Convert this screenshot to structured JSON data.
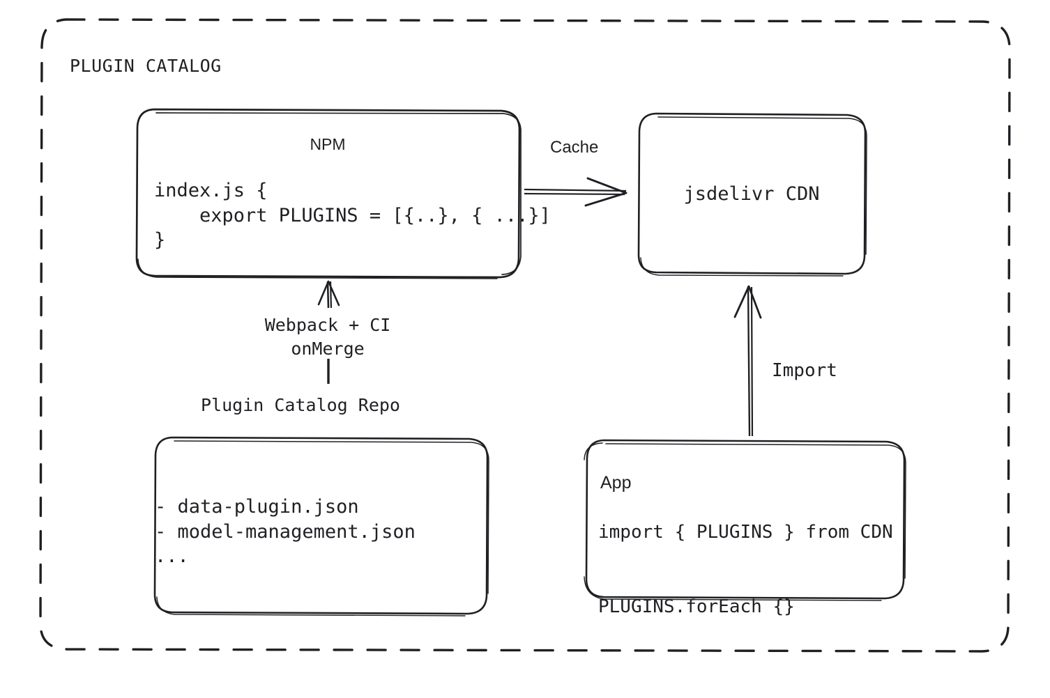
{
  "diagram": {
    "title": "PLUGIN CATALOG",
    "background_color": "#ffffff",
    "stroke_color": "#1f2023",
    "style": "hand-drawn",
    "nodes": {
      "npm": {
        "title": "NPM",
        "code": "index.js {\n    export PLUGINS = [{..}, { ...}]\n}"
      },
      "cdn": {
        "title": "jsdelivr CDN"
      },
      "repo": {
        "caption": "Plugin Catalog Repo",
        "files": "- data-plugin.json\n- model-management.json\n..."
      },
      "app": {
        "title": "App",
        "code": "import { PLUGINS } from CDN\n\nPLUGINS.forEach {}"
      }
    },
    "edges": {
      "npm_to_cdn": "Cache",
      "repo_to_npm": "Webpack + CI\nonMerge",
      "app_to_cdn": "Import"
    }
  }
}
